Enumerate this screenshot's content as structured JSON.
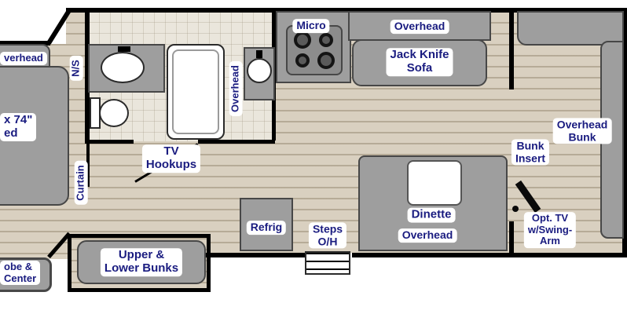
{
  "colors": {
    "label_text": "#1a1c80",
    "wall": "#000000",
    "furniture_gray": "#9e9e9e",
    "floor_tan": "#d9d0c0",
    "bath_floor": "#eae6dc",
    "label_bg": "#ffffff"
  },
  "labels": {
    "front_overhead": "verhead",
    "bed": {
      "line1": "x 74\"",
      "line2": "ed"
    },
    "nightstand": "N/S",
    "curtain": "Curtain",
    "bath_overhead": "Overhead",
    "tv_hookups": {
      "line1": "TV",
      "line2": "Hookups"
    },
    "micro": "Micro",
    "sofa_overhead": "Overhead",
    "sofa": {
      "line1": "Jack Knife",
      "line2": "Sofa"
    },
    "overhead_bunk": {
      "line1": "Overhead",
      "line2": "Bunk"
    },
    "bunk_insert": {
      "line1": "Bunk",
      "line2": "Insert"
    },
    "dinette": "Dinette",
    "dinette_overhead": "Overhead",
    "refrig": "Refrig",
    "steps": {
      "line1": "Steps",
      "line2": "O/H"
    },
    "opt_tv": {
      "line1": "Opt. TV",
      "line2": "w/Swing-",
      "line3": "Arm"
    },
    "bunks": {
      "line1": "Upper &",
      "line2": "Lower Bunks"
    },
    "wardrobe": {
      "line1": "obe &",
      "line2": "Center"
    }
  }
}
